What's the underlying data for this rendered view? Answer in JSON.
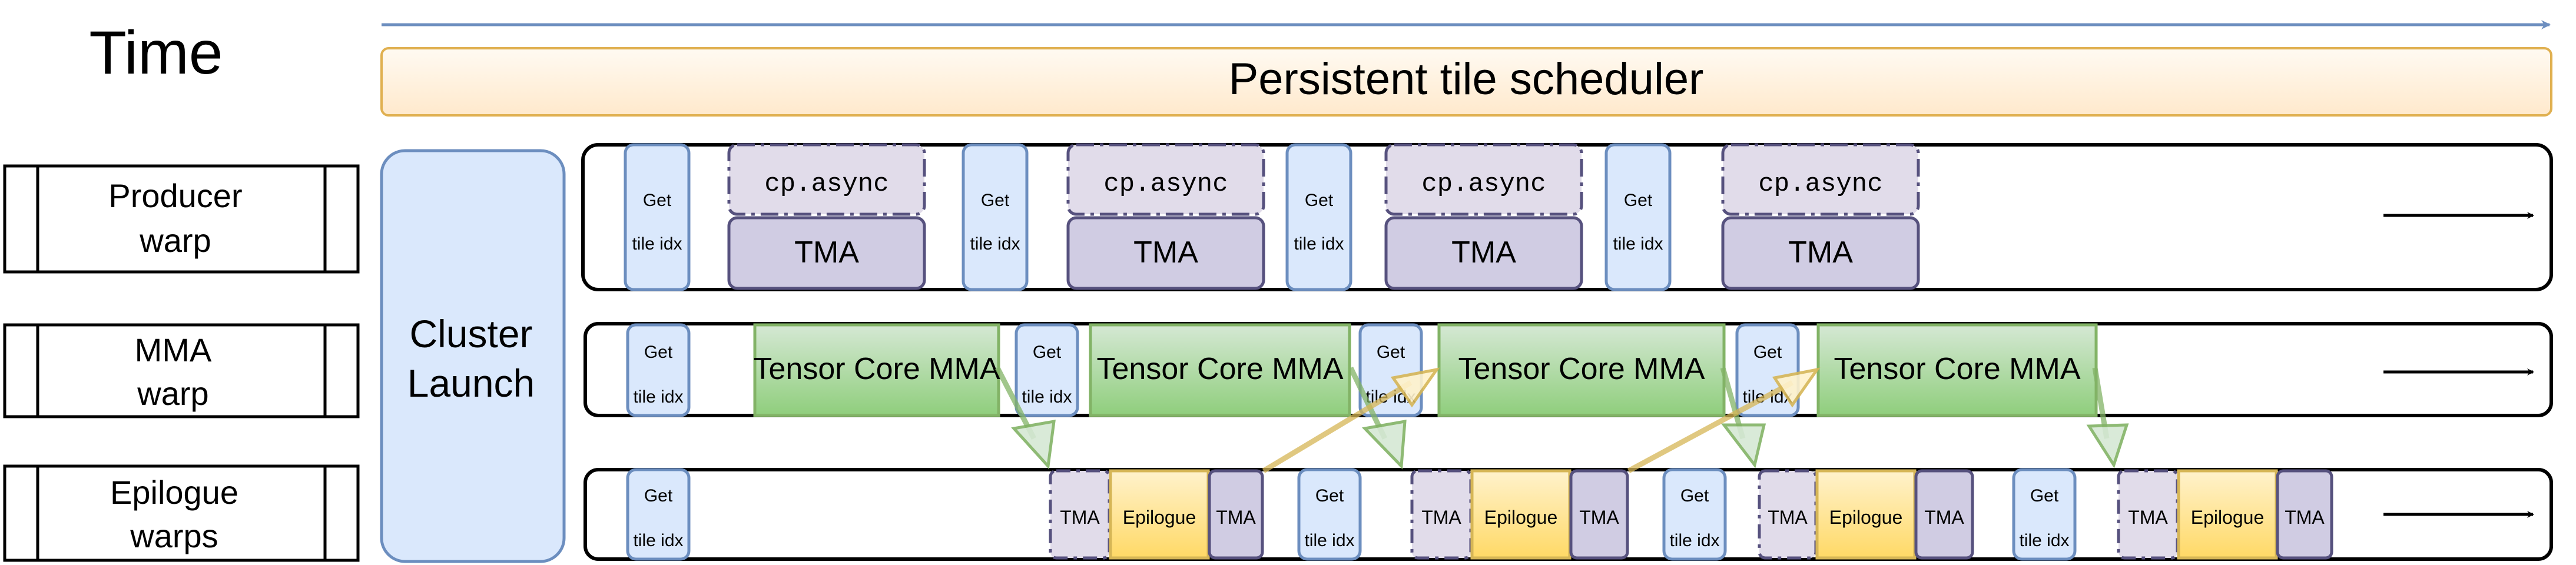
{
  "title": "Time",
  "scheduler": "Persistent tile scheduler",
  "cluster_launch": [
    "Cluster",
    "Launch"
  ],
  "warps": [
    {
      "id": "producer",
      "label": [
        "Producer",
        "warp"
      ]
    },
    {
      "id": "mma",
      "label": [
        "MMA",
        "warp"
      ]
    },
    {
      "id": "epilogue",
      "label": [
        "Epilogue",
        "warps"
      ]
    }
  ],
  "labels": {
    "get_tile": [
      "Get",
      "tile idx"
    ],
    "cp_async": "cp.async",
    "tma": "TMA",
    "tensor_core_mma": "Tensor Core MMA",
    "epilogue": "Epilogue"
  },
  "colors": {
    "time_arrow": "#6c8ebf",
    "scheduler_fill": "#fff1e0",
    "scheduler_stroke": "#e0b050",
    "get_fill": "#dae8fc",
    "get_stroke": "#6c8ebf",
    "cp_fill": "#e1dcea",
    "tma_fill": "#d0cce3",
    "tma_stroke": "#56517e",
    "mma_fill": "#8fce7c",
    "mma_stroke": "#82b366",
    "epi_fill": "#ffd966",
    "epi_stroke": "#d6b656",
    "dep_green": "#82b366",
    "dep_yellow": "#d6b656"
  }
}
